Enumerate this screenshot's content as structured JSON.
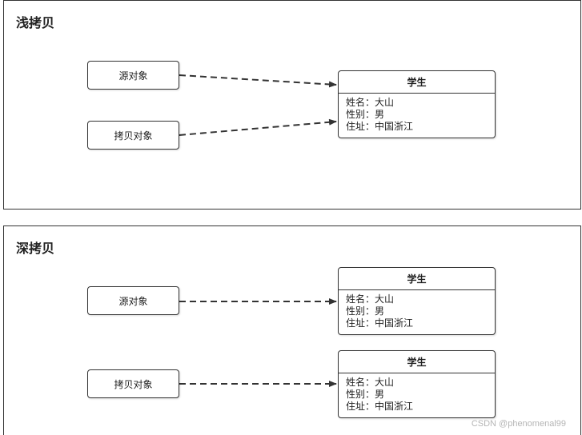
{
  "shallow": {
    "title": "浅拷贝",
    "source_label": "源对象",
    "copy_label": "拷贝对象",
    "student": {
      "header": "学生",
      "fields": [
        "姓名：大山",
        "性别：男",
        "住址：中国浙江"
      ]
    }
  },
  "deep": {
    "title": "深拷贝",
    "source_label": "源对象",
    "copy_label": "拷贝对象",
    "student_a": {
      "header": "学生",
      "fields": [
        "姓名：大山",
        "性别：男",
        "住址：中国浙江"
      ]
    },
    "student_b": {
      "header": "学生",
      "fields": [
        "姓名：大山",
        "性别：男",
        "住址：中国浙江"
      ]
    }
  },
  "watermark": "CSDN @phenomenal99"
}
